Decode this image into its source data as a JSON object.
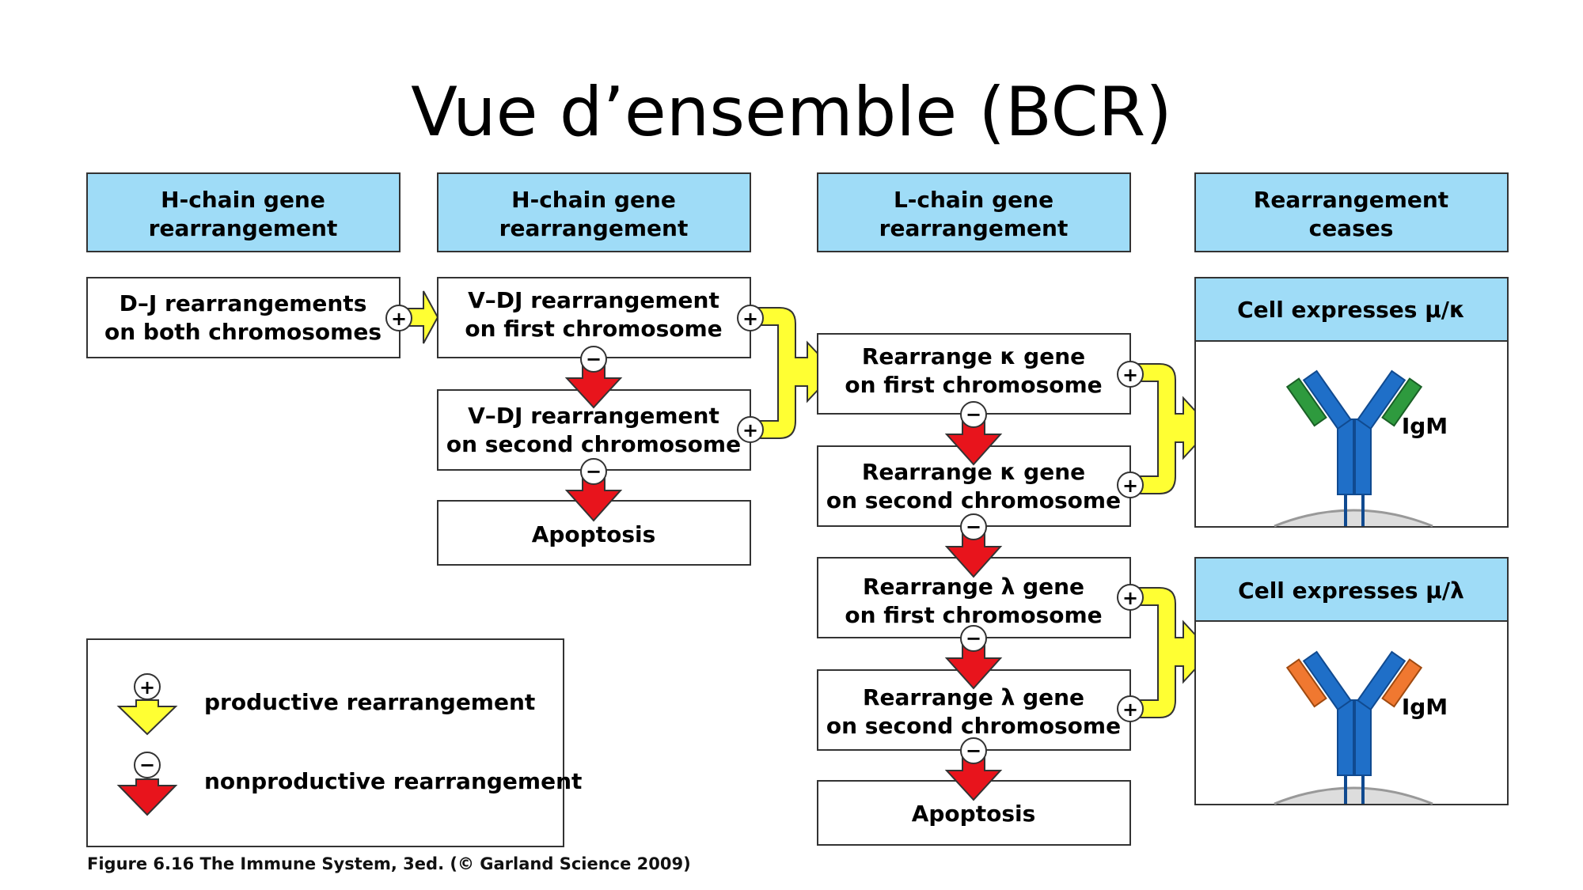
{
  "slide": {
    "title": "Vue d’ensemble (BCR)",
    "caption": "Figure 6.16  The Immune System, 3ed. (© Garland Science 2009)"
  },
  "headers": [
    {
      "line1": "H-chain gene",
      "line2": "rearrangement"
    },
    {
      "line1": "H-chain gene",
      "line2": "rearrangement"
    },
    {
      "line1": "L-chain gene",
      "line2": "rearrangement"
    },
    {
      "line1": "Rearrangement",
      "line2": "ceases"
    }
  ],
  "steps": {
    "dj": {
      "line1": "D–J rearrangements",
      "line2": "on both chromosomes"
    },
    "vdj1": {
      "line1": "V–DJ rearrangement",
      "line2": "on first chromosome"
    },
    "vdj2": {
      "line1": "V–DJ rearrangement",
      "line2": "on second chromosome"
    },
    "apoptosis_h": "Apoptosis",
    "kappa1": {
      "line1": "Rearrange κ gene",
      "line2": "on first chromosome"
    },
    "kappa2": {
      "line1": "Rearrange κ gene",
      "line2": "on second chromosome"
    },
    "lambda1": {
      "line1": "Rearrange λ gene",
      "line2": "on first chromosome"
    },
    "lambda2": {
      "line1": "Rearrange λ gene",
      "line2": "on second chromosome"
    },
    "apoptosis_l": "Apoptosis"
  },
  "outcomes": [
    {
      "title": "Cell expresses μ/κ",
      "label": "IgM",
      "light_chain_color": "#2e9a3e"
    },
    {
      "title": "Cell expresses μ/λ",
      "label": "IgM",
      "light_chain_color": "#f07830"
    }
  ],
  "legend": {
    "plus_symbol": "+",
    "minus_symbol": "−",
    "productive": "productive rearrangement",
    "nonproductive": "nonproductive rearrangement"
  },
  "colors": {
    "header_fill": "#9fdcf7",
    "productive_arrow": "#ffff33",
    "nonproductive_arrow": "#e8141c",
    "heavy_chain": "#1f6fc8"
  }
}
